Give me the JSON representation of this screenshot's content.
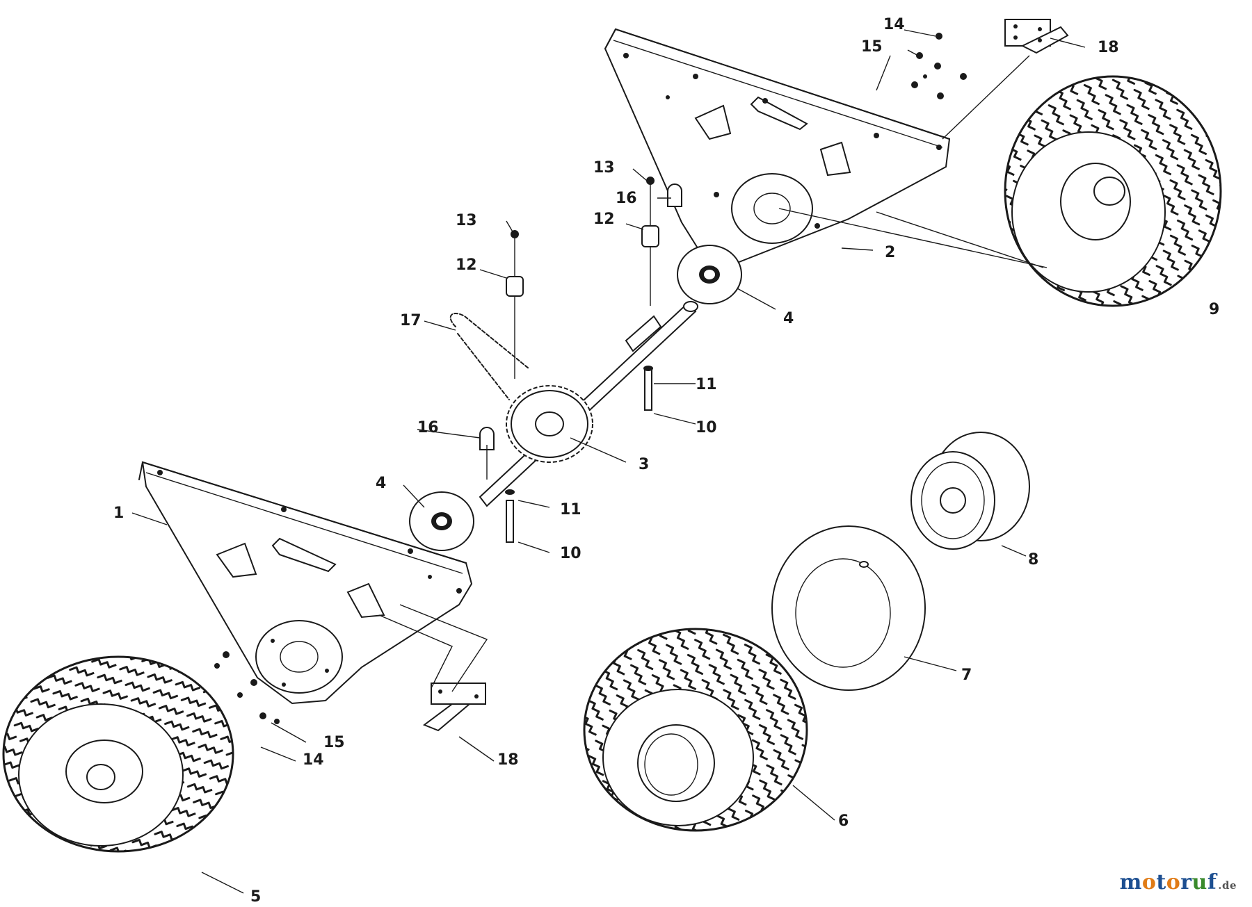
{
  "watermark": {
    "letters": [
      {
        "char": "m",
        "color": "#1d4f91"
      },
      {
        "char": "o",
        "color": "#e07b16"
      },
      {
        "char": "t",
        "color": "#1d4f91"
      },
      {
        "char": "o",
        "color": "#e07b16"
      },
      {
        "char": "r",
        "color": "#1d4f91"
      },
      {
        "char": "u",
        "color": "#3a8a2c"
      },
      {
        "char": "f",
        "color": "#1d4f91"
      }
    ],
    "tld": ".de"
  },
  "labels": {
    "l1": "1",
    "l2": "2",
    "l3": "3",
    "l4a": "4",
    "l4b": "4",
    "l5": "5",
    "l6": "6",
    "l7": "7",
    "l8": "8",
    "l9": "9",
    "l10a": "10",
    "l10b": "10",
    "l11a": "11",
    "l11b": "11",
    "l12a": "12",
    "l12b": "12",
    "l13a": "13",
    "l13b": "13",
    "l14a": "14",
    "l14b": "14",
    "l15a": "15",
    "l15b": "15",
    "l16a": "16",
    "l16b": "16",
    "l17": "17",
    "l18a": "18",
    "l18b": "18"
  }
}
